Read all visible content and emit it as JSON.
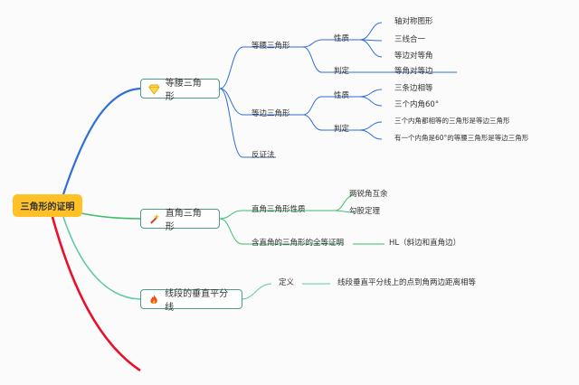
{
  "root": {
    "label": "三角形的证明"
  },
  "branches": {
    "isosceles": {
      "label": "等腰三角形",
      "icon": "diamond-icon",
      "isosceles_triangle": {
        "label": "等腰三角形",
        "property": {
          "label": "性质",
          "items": [
            "轴对称图形",
            "三线合一",
            "等边对等角"
          ]
        },
        "judgement": {
          "label": "判定",
          "items": [
            "等角对等边"
          ]
        }
      },
      "equilateral_triangle": {
        "label": "等边三角形",
        "property": {
          "label": "性质",
          "items": [
            "三条边相等",
            "三个内角60°"
          ]
        },
        "judgement": {
          "label": "判定",
          "items": [
            "三个内角都相等的三角形是等边三角形",
            "有一个内角是60°的等腰三角形是等边三角形"
          ]
        }
      },
      "contradiction": {
        "label": "反证法"
      }
    },
    "right": {
      "label": "直角三角形",
      "icon": "sparkle-wand-icon",
      "property": {
        "label": "直角三角形性质",
        "items": [
          "两锐角互余",
          "勾股定理"
        ]
      },
      "congruence": {
        "label": "含直角的三角形的全等证明",
        "item": "HL（斜边和直角边）"
      }
    },
    "bisector": {
      "label": "线段的垂直平分线",
      "icon": "fire-icon",
      "definition": {
        "label": "定义",
        "item": "线段垂直平分线上的点到角两边距离相等"
      }
    }
  },
  "colors": {
    "root_fill": "#ffc125",
    "branch_border": "#4f9a8e",
    "blue_line": "#2f6fd6",
    "green_line": "#3dbd6a",
    "teal_line": "#5fc9a8",
    "red_line": "#e8102a"
  }
}
